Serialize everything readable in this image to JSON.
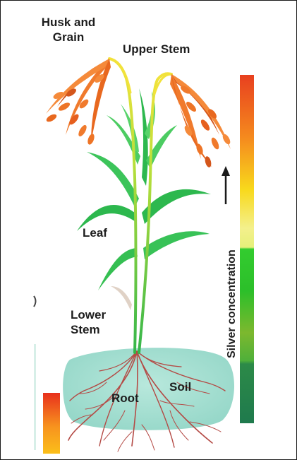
{
  "labels": {
    "husk_line1": "Husk and",
    "husk_line2": "Grain",
    "upper_stem": "Upper Stem",
    "leaf": "Leaf",
    "lower_line1": "Lower",
    "lower_line2": "Stem",
    "soil": "Soil",
    "root": "Root",
    "concentration_axis": "Silver concentration"
  },
  "colors": {
    "grain": "#f07a2c",
    "grain_dark": "#d4561b",
    "leaf": "#2db84e",
    "leaf_light": "#58d36b",
    "stem_upper": "#f2e23b",
    "soil": "#9fdcd0",
    "root": "#b44a45",
    "scale_top": "#e8401f",
    "scale_bottom": "#1f7a4d"
  },
  "icons": {
    "direction_arrow": "arrow-up-icon"
  }
}
